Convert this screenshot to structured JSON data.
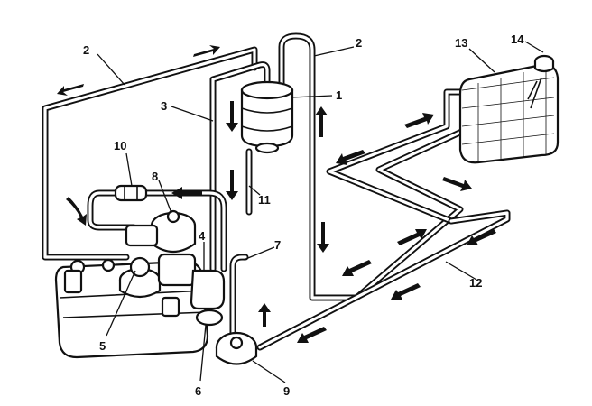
{
  "callouts": [
    {
      "id": "c2a",
      "text": "2"
    },
    {
      "id": "c2b",
      "text": "2"
    },
    {
      "id": "c3",
      "text": "3"
    },
    {
      "id": "c1",
      "text": "1"
    },
    {
      "id": "c13",
      "text": "13"
    },
    {
      "id": "c14",
      "text": "14"
    },
    {
      "id": "c10",
      "text": "10"
    },
    {
      "id": "c8",
      "text": "8"
    },
    {
      "id": "c11",
      "text": "11"
    },
    {
      "id": "c4",
      "text": "4"
    },
    {
      "id": "c7",
      "text": "7"
    },
    {
      "id": "c12",
      "text": "12"
    },
    {
      "id": "c5",
      "text": "5"
    },
    {
      "id": "c6",
      "text": "6"
    },
    {
      "id": "c9",
      "text": "9"
    }
  ],
  "colors": {
    "ink": "#111111",
    "paper": "#ffffff"
  },
  "icons": [
    "fuel-tank-icon",
    "filler-cap-icon",
    "canister-icon",
    "fuel-pump-icon",
    "carburettor-icon",
    "air-cleaner-icon"
  ]
}
